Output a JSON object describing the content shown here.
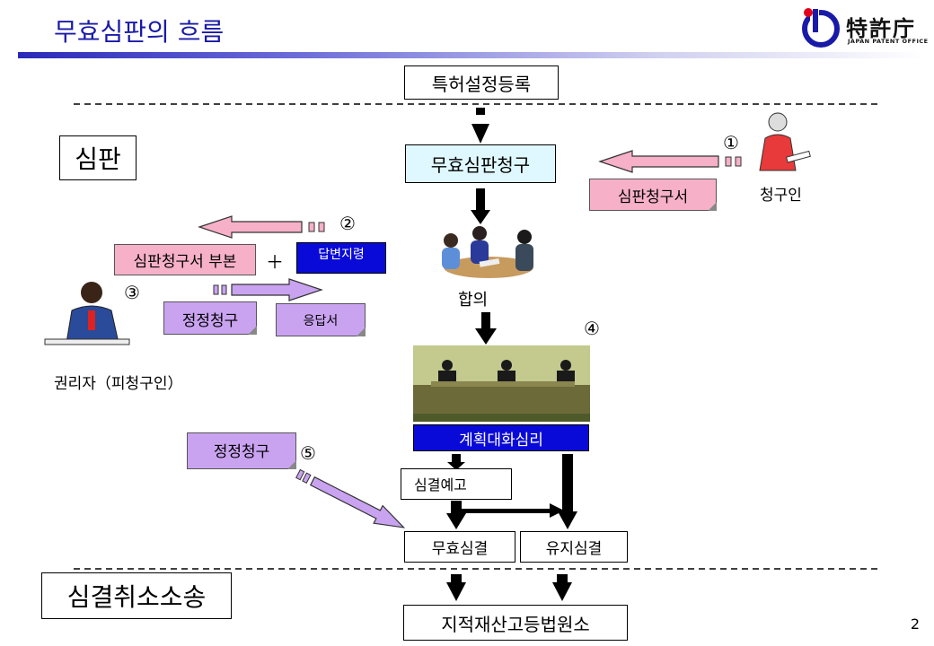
{
  "title": "무효심판의 흐름",
  "logo": {
    "kanji": "特許庁",
    "subtitle": "JAPAN PATENT OFFICE",
    "icon": "jpo-logo-icon"
  },
  "sections": {
    "trial": "심판",
    "litigation": "심결취소소송"
  },
  "flow": {
    "registration": "특허설정등록",
    "request": "무효심판청구",
    "collegial": "합의",
    "oral_hearing": "계획대화심리",
    "advance_notice": "심결예고",
    "invalidation": "무효심결",
    "maintenance": "유지심결",
    "ip_high_court": "지적재산고등법원소"
  },
  "parties": {
    "demandant": "청구인",
    "patentee": "권리자（피청구인）"
  },
  "documents": {
    "request_doc": "심판청구서",
    "request_copy": "심판청구서 부본",
    "plus": "＋",
    "reply_notice": "답변지령",
    "correction1": "정정청구",
    "response": "응답서",
    "correction2": "정정청구"
  },
  "steps": [
    "①",
    "②",
    "③",
    "④",
    "⑤"
  ],
  "colors": {
    "title": "#1a1aa8",
    "pink": "#f6b0c8",
    "lavender": "#c9a3f0",
    "blue": "#0a0ad8",
    "cyan": "#dff8ff"
  },
  "page_number": "2"
}
